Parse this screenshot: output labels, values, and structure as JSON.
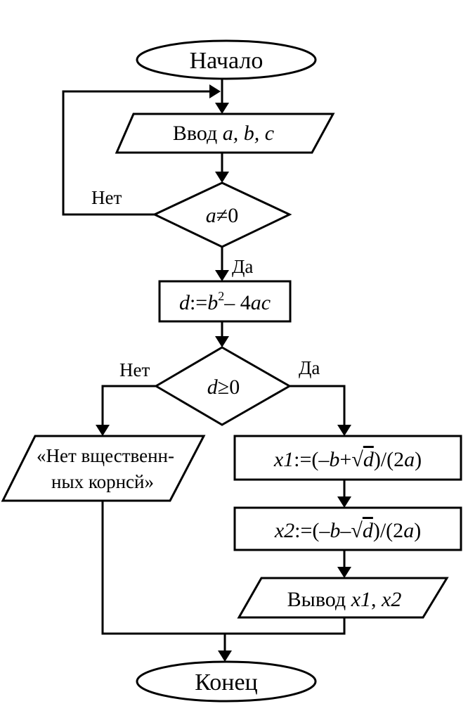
{
  "blocks": {
    "start": "Начало",
    "input": {
      "prefix": "Ввод ",
      "vars": "a, b, c"
    },
    "cond1": {
      "a": "a",
      "op": "≠0"
    },
    "assign_d": {
      "lhs": "d",
      "eq": ":=",
      "b": "b",
      "sup": "2",
      "rest": "– 4",
      "ac": "ac"
    },
    "cond2": {
      "d": "d",
      "op": "≥0"
    },
    "no_roots": {
      "line1": "«Нет вщественн-",
      "line2": "ных корнсй»"
    },
    "x1": {
      "lhs": "x1",
      "eq": ":=(–",
      "b": "b",
      "op": "+",
      "rad": "√",
      "d": "d",
      "tail": ")/(2",
      "a": "a",
      "close": ")"
    },
    "x2": {
      "lhs": "x2",
      "eq": ":=(–",
      "b": "b",
      "op": "–",
      "rad": "√",
      "d": "d",
      "tail": ")/(2",
      "a": "a",
      "close": ")"
    },
    "output": {
      "prefix": "Вывод ",
      "x1": "x1",
      "sep": ", ",
      "x2": "x2"
    },
    "end": "Конец"
  },
  "labels": {
    "no1": "Нет",
    "yes1": "Да",
    "no2": "Нет",
    "yes2": "Да"
  }
}
